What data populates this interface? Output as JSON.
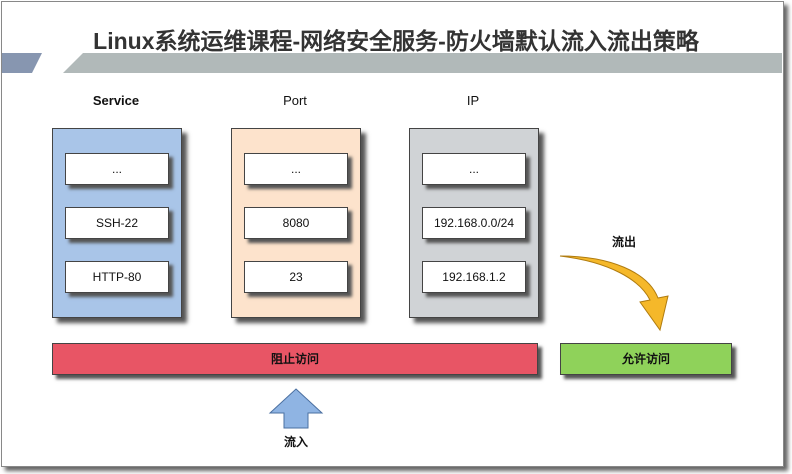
{
  "title": "Linux系统运维课程-网络安全服务-防火墙默认流入流出策略",
  "columns": [
    {
      "header": "Service",
      "items": [
        "...",
        "SSH-22",
        "HTTP-80"
      ],
      "color": "#a9c5e8"
    },
    {
      "header": "Port",
      "items": [
        "...",
        "8080",
        "23"
      ],
      "color": "#fde3cc"
    },
    {
      "header": "IP",
      "items": [
        "...",
        "192.168.0.0/24",
        "192.168.1.2"
      ],
      "color": "#d0d3d6"
    }
  ],
  "deny_label": "阻止访问",
  "allow_label": "允许访问",
  "inbound_label": "流入",
  "outbound_label": "流出"
}
